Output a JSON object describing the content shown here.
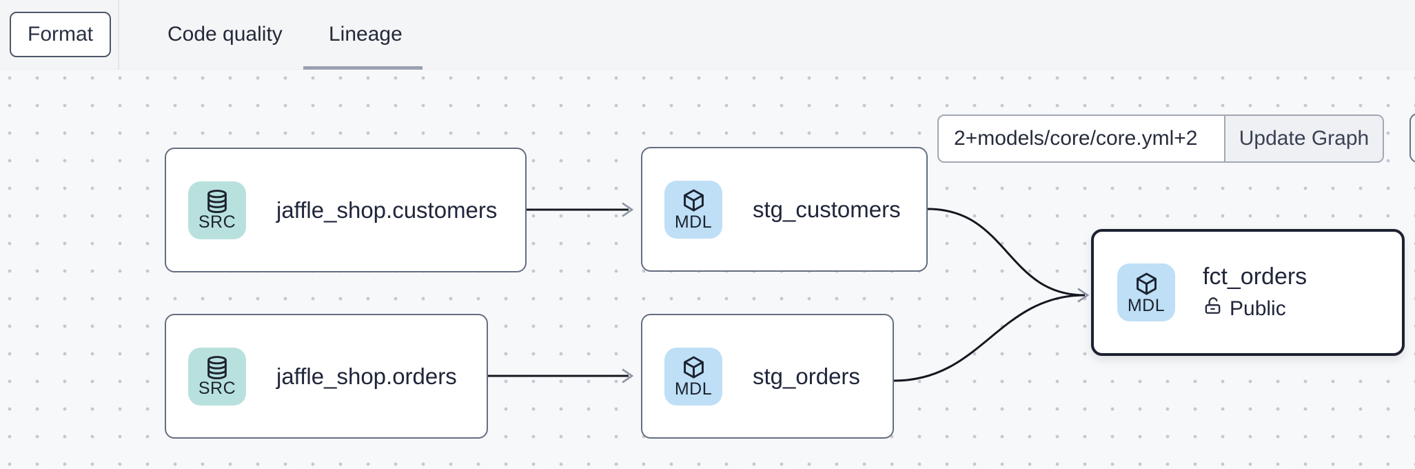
{
  "toolbar": {
    "format_label": "Format",
    "tabs": [
      {
        "label": "Code quality",
        "active": false
      },
      {
        "label": "Lineage",
        "active": true
      }
    ]
  },
  "graph_controls": {
    "selector_value": "2+models/core/core.yml+2",
    "update_button_label": "Update Graph"
  },
  "nodes": [
    {
      "label": "jaffle_shop.customers",
      "type": "SRC",
      "icon": "database-icon",
      "selected": false
    },
    {
      "label": "stg_customers",
      "type": "MDL",
      "icon": "cube-icon",
      "selected": false
    },
    {
      "label": "jaffle_shop.orders",
      "type": "SRC",
      "icon": "database-icon",
      "selected": false
    },
    {
      "label": "stg_orders",
      "type": "MDL",
      "icon": "cube-icon",
      "selected": false
    },
    {
      "label": "fct_orders",
      "type": "MDL",
      "icon": "cube-icon",
      "access": "Public",
      "access_icon": "unlock-icon",
      "selected": true
    }
  ],
  "edges": [
    {
      "from": "jaffle_shop.customers",
      "to": "stg_customers"
    },
    {
      "from": "jaffle_shop.orders",
      "to": "stg_orders"
    },
    {
      "from": "stg_customers",
      "to": "fct_orders"
    },
    {
      "from": "stg_orders",
      "to": "fct_orders"
    }
  ],
  "colors": {
    "source_badge_bg": "#b8e1dd",
    "model_badge_bg": "#bedff6",
    "node_border": "#646e80",
    "selected_node_border": "#1b2130",
    "edge": "#14181f",
    "arrowhead": "#8d95a5",
    "tab_underline": "#99a1b1",
    "toolbar_bg": "#f4f5f6",
    "canvas_bg": "#f7f8fa",
    "text": "#20263a"
  }
}
